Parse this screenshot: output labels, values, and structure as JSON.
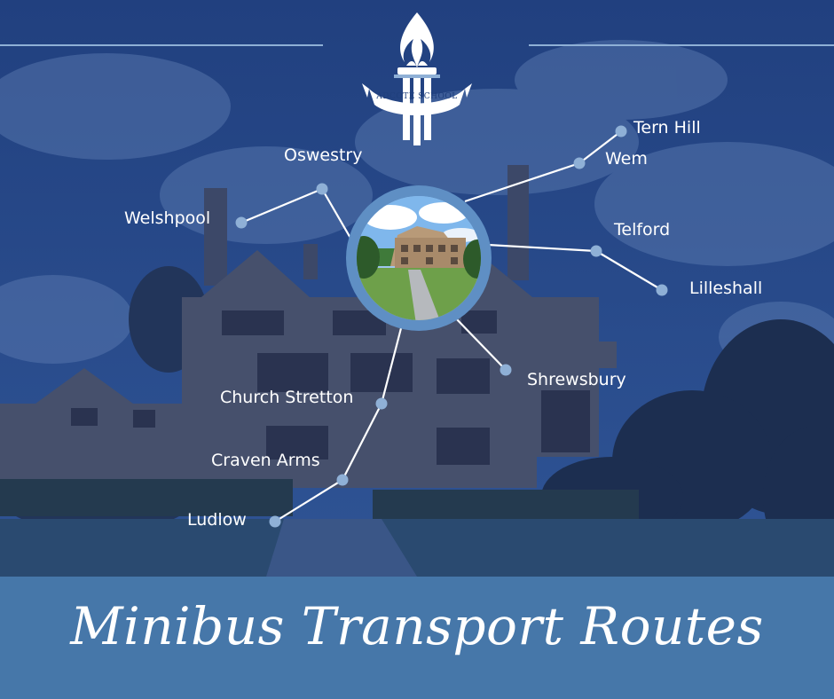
{
  "logo": {
    "text": "ADCOTE SCHOOL"
  },
  "title": "Minibus Transport Routes",
  "routes": [
    {
      "name": "Tern Hill"
    },
    {
      "name": "Wem"
    },
    {
      "name": "Oswestry"
    },
    {
      "name": "Welshpool"
    },
    {
      "name": "Telford"
    },
    {
      "name": "Lilleshall"
    },
    {
      "name": "Shrewsbury"
    },
    {
      "name": "Church Stretton"
    },
    {
      "name": "Craven Arms"
    },
    {
      "name": "Ludlow"
    }
  ],
  "colors": {
    "background": "#1f3f7c",
    "banner": "#4677a9",
    "route_line": "#ffffff",
    "node": "#8fb0d6",
    "hub_ring": "#5f8fc4"
  }
}
